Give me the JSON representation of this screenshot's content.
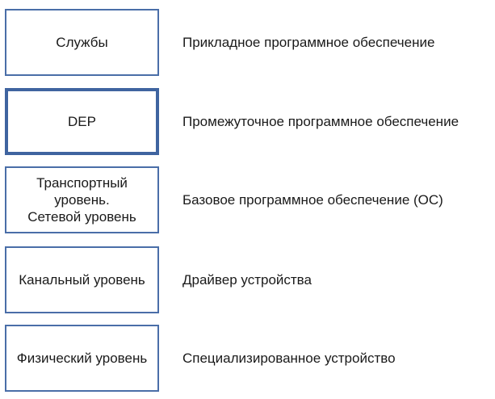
{
  "layers": [
    {
      "box_label": "Службы",
      "description": "Прикладное программное обеспечение",
      "highlighted": false
    },
    {
      "box_label": "DEP",
      "description": "Промежуточное программное обеспечение",
      "highlighted": true
    },
    {
      "box_label": "Транспортный\nуровень.\nСетевой уровень",
      "description": "Базовое программное обеспечение (ОС)",
      "highlighted": false
    },
    {
      "box_label": "Канальный уровень",
      "description": "Драйвер устройства",
      "highlighted": false
    },
    {
      "box_label": "Физический уровень",
      "description": "Специализированное устройство",
      "highlighted": false
    }
  ],
  "colors": {
    "box_border": "#4a6ea8",
    "box_border_highlight": "#3f64a0",
    "text": "#1a1a1a",
    "background": "#ffffff"
  }
}
